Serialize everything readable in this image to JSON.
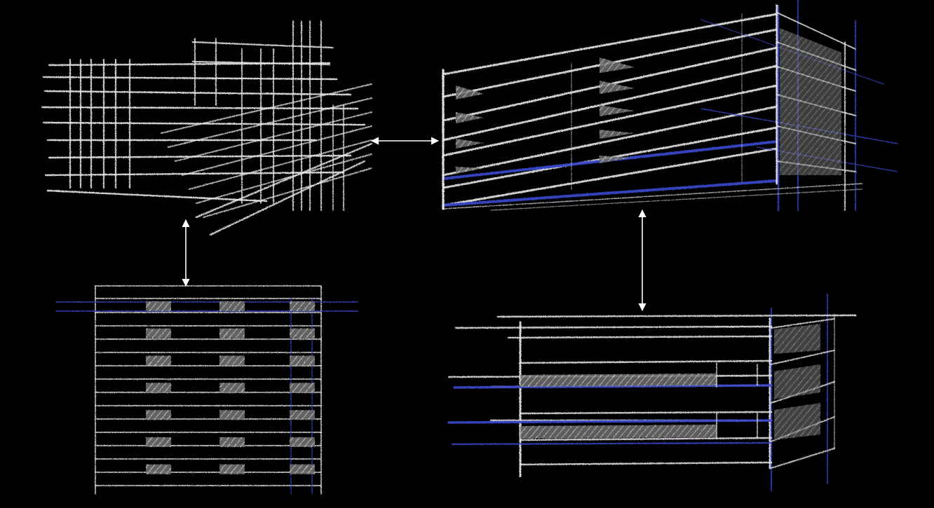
{
  "colors": {
    "background": "#000000",
    "line": "#e8e8e8",
    "accent": "#3a46c8",
    "hatch": "#bdbdbd"
  },
  "panels": [
    {
      "id": "perspective-wireframe",
      "kind": "wireframe-sketch"
    },
    {
      "id": "perspective-massing",
      "kind": "shaded-3d-sketch"
    },
    {
      "id": "front-elevation",
      "kind": "elevation-sketch"
    },
    {
      "id": "side-view",
      "kind": "side-sketch"
    }
  ],
  "connectors": [
    {
      "id": "wireframe-to-massing",
      "from": "perspective-wireframe",
      "to": "perspective-massing",
      "direction": "horizontal",
      "heads": "both"
    },
    {
      "id": "wireframe-to-elevation",
      "from": "perspective-wireframe",
      "to": "front-elevation",
      "direction": "vertical",
      "heads": "both"
    },
    {
      "id": "massing-to-side",
      "from": "perspective-massing",
      "to": "side-view",
      "direction": "vertical",
      "heads": "both"
    }
  ]
}
